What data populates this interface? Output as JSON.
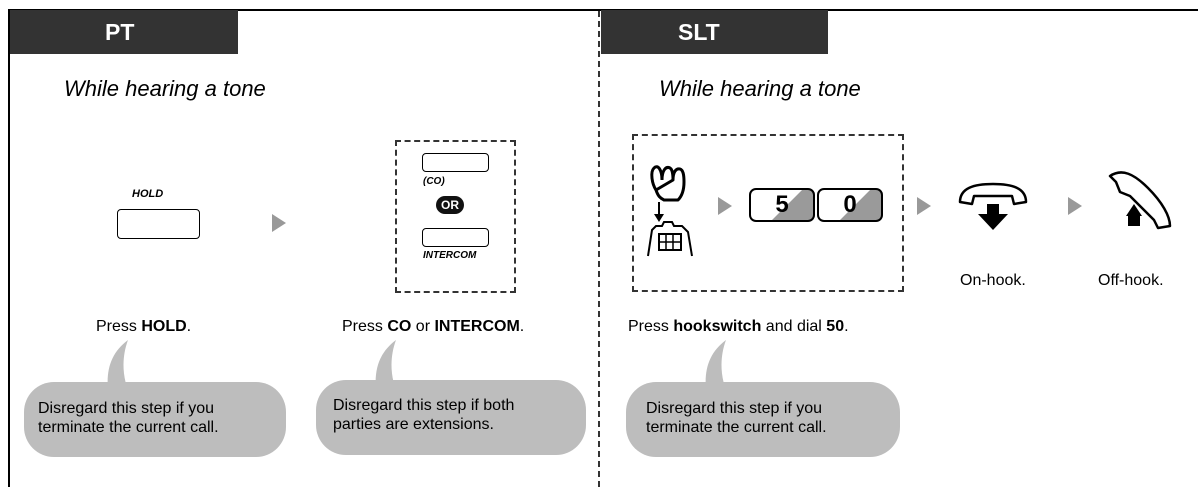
{
  "pt": {
    "tab_label": "PT",
    "subtitle": "While hearing a tone",
    "hold_key_label": "HOLD",
    "co_key_label": "(CO)",
    "or_label": "OR",
    "intercom_key_label": "INTERCOM",
    "step1": {
      "pre": "Press ",
      "bold": "HOLD",
      "post": "."
    },
    "step2": {
      "pre": "Press ",
      "bold1": "CO",
      "mid": " or ",
      "bold2": "INTERCOM",
      "post": "."
    },
    "note1": {
      "line1": "Disregard this step if you",
      "line2": "terminate the current call."
    },
    "note2": {
      "line1": "Disregard this step if both",
      "line2": "parties are extensions."
    }
  },
  "slt": {
    "tab_label": "SLT",
    "subtitle": "While hearing a tone",
    "digit1": "5",
    "digit2": "0",
    "on_hook_label": "On-hook.",
    "off_hook_label": "Off-hook.",
    "step": {
      "pre": "Press ",
      "bold1": "hookswitch",
      "mid": " and dial ",
      "bold2": "50",
      "post": "."
    },
    "note": {
      "line1": "Disregard this step if you",
      "line2": "terminate the current call."
    }
  },
  "colors": {
    "tab": "#333333",
    "bubble": "#bdbdbd",
    "arrow": "#999999"
  }
}
